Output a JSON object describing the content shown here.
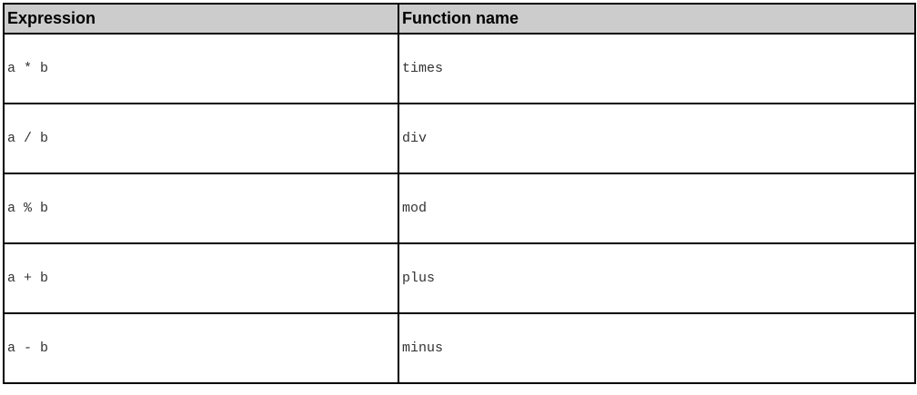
{
  "table": {
    "headers": [
      "Expression",
      "Function name"
    ],
    "rows": [
      [
        "a * b",
        "times"
      ],
      [
        "a / b",
        "div"
      ],
      [
        "a % b",
        "mod"
      ],
      [
        "a + b",
        "plus"
      ],
      [
        "a - b",
        "minus"
      ]
    ]
  },
  "colors": {
    "header_bg": "#cccccc",
    "border": "#000000",
    "cell_text": "#333333"
  }
}
